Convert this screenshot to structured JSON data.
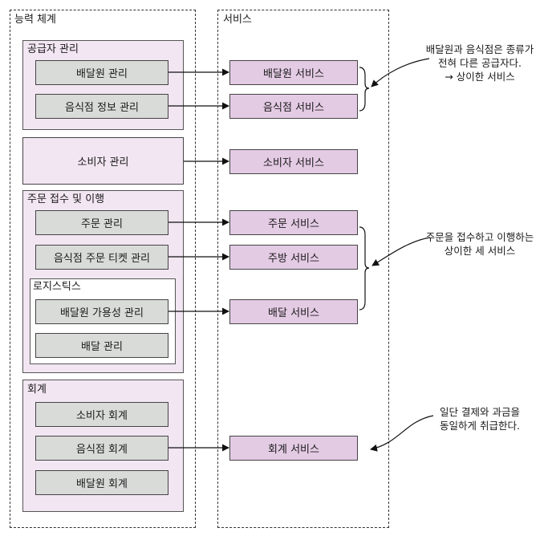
{
  "capability_panel": {
    "title": "능력 체계",
    "groups": {
      "supplier": {
        "title": "공급자 관리",
        "items": [
          "배달원 관리",
          "음식점 정보 관리"
        ]
      },
      "consumer": {
        "title": "소비자 관리"
      },
      "order": {
        "title": "주문 접수 및 이행",
        "items": [
          "주문 관리",
          "음식점 주문 티켓 관리"
        ]
      },
      "logistics": {
        "title": "로지스틱스",
        "items": [
          "배달원 가용성 관리",
          "배달 관리"
        ]
      },
      "accounting": {
        "title": "회계",
        "items": [
          "소비자 회계",
          "음식점 회계",
          "배달원 회계"
        ]
      }
    }
  },
  "service_panel": {
    "title": "서비스",
    "services": [
      "배달원 서비스",
      "음식점 서비스",
      "소비자 서비스",
      "주문 서비스",
      "주방 서비스",
      "배달 서비스",
      "회계 서비스"
    ]
  },
  "notes": {
    "supplier_note": [
      "배달원과 음식점은 종류가",
      "전혀 다른 공급자다.",
      "→ 상이한 서비스"
    ],
    "order_note": [
      "주문을 접수하고 이행하는",
      "상이한 세 서비스"
    ],
    "accounting_note": [
      "일단 결제와 과금을",
      "동일하게 취급한다."
    ]
  },
  "colors": {
    "group_fill": "#f2e6f2",
    "capability_box": "#d9dbd9",
    "service_box": "#e4cbe4"
  }
}
